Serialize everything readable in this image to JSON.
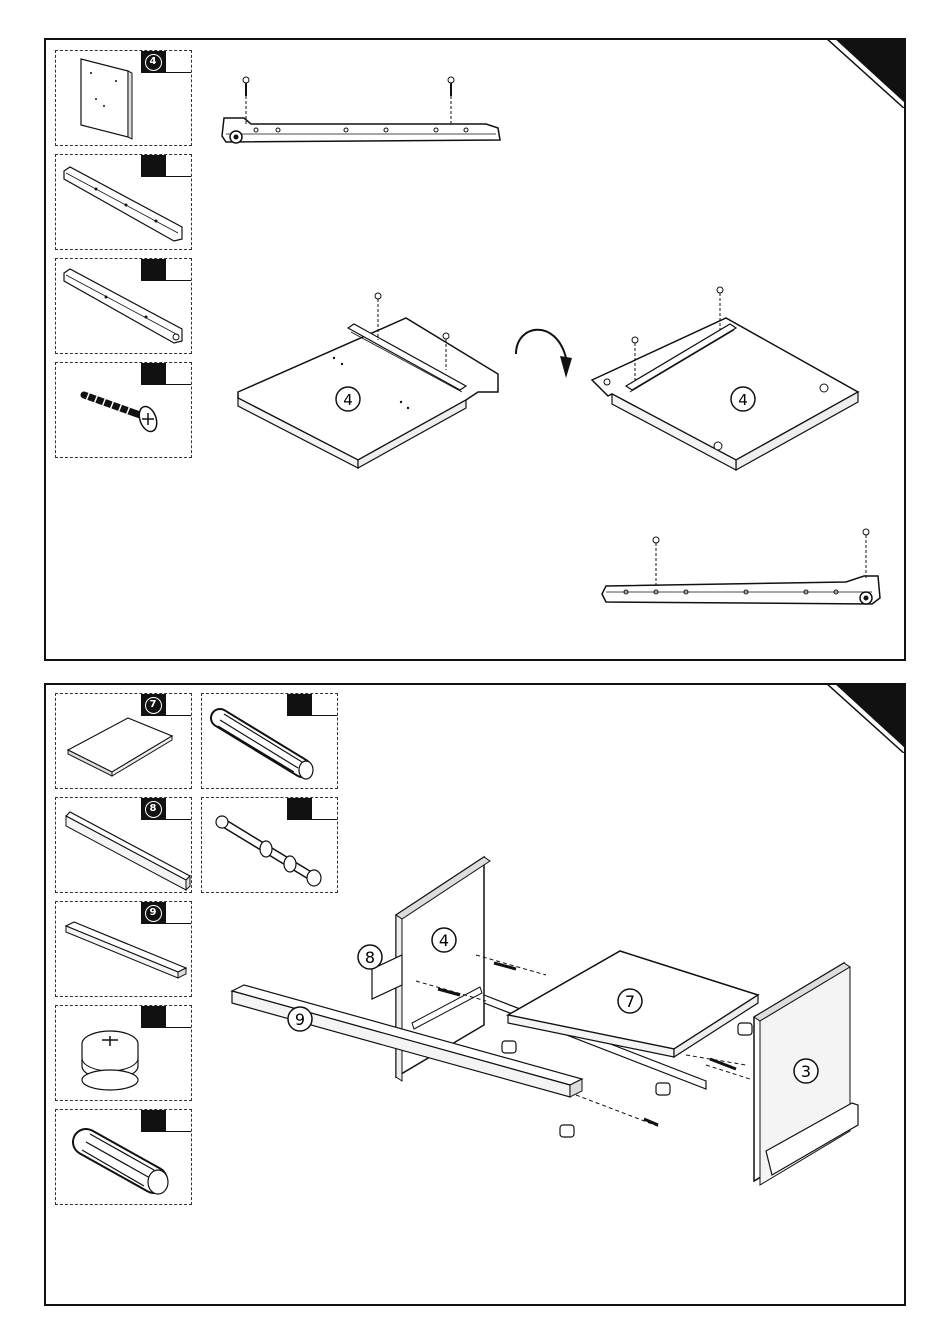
{
  "step1": {
    "step_number": "",
    "parts": [
      {
        "label": "4",
        "qty": ""
      },
      {
        "label": "",
        "qty": ""
      },
      {
        "label": "",
        "qty": ""
      },
      {
        "label": "",
        "qty": ""
      }
    ],
    "diagram": {
      "panel_label_left": "4",
      "panel_label_right": "4"
    }
  },
  "step2": {
    "step_number": "",
    "parts": [
      {
        "label": "7",
        "qty": ""
      },
      {
        "label": "",
        "qty": ""
      },
      {
        "label": "8",
        "qty": ""
      },
      {
        "label": "",
        "qty": ""
      },
      {
        "label": "9",
        "qty": ""
      },
      {
        "label": "",
        "qty": ""
      },
      {
        "label": "",
        "qty": ""
      }
    ],
    "diagram": {
      "label_4": "4",
      "label_7": "7",
      "label_8": "8",
      "label_9": "9",
      "label_3": "3"
    }
  }
}
